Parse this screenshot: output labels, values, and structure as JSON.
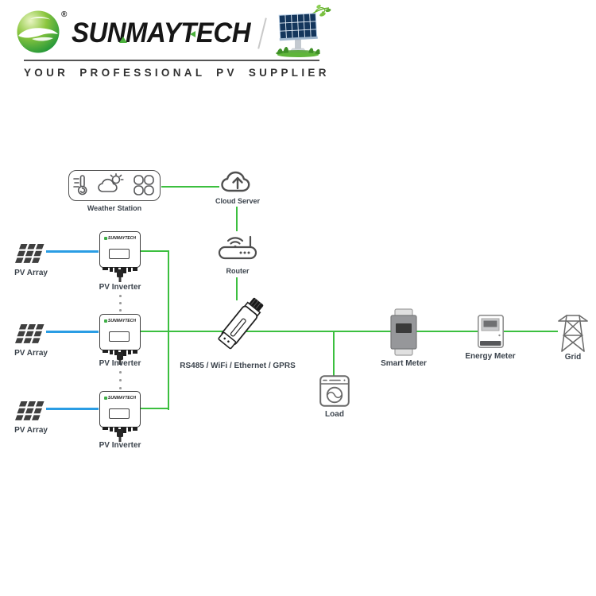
{
  "header": {
    "brand": "SUNMAYTECH",
    "registered": "®",
    "tagline": "YOUR PROFESSIONAL PV SUPPLIER"
  },
  "diagram": {
    "inverter_brand": "SUNMAYTECH",
    "labels": {
      "weather_station": "Weather Station",
      "cloud_server": "Cloud Server",
      "router": "Router",
      "datalogger": "RS485 / WiFi / Ethernet / GPRS",
      "load": "Load",
      "smart_meter": "Smart Meter",
      "energy_meter": "Energy Meter",
      "grid": "Grid"
    },
    "pv_strings": [
      {
        "array_label": "PV Array",
        "inverter_label": "PV Inverter"
      },
      {
        "array_label": "PV Array",
        "inverter_label": "PV Inverter"
      },
      {
        "array_label": "PV Array",
        "inverter_label": "PV Inverter"
      }
    ],
    "icons": {
      "brand_logo": "green-sphere-swoosh",
      "header_clipart": "solar-panel-with-grass-and-vine",
      "weather_station": [
        "thermometer",
        "sun-cloud",
        "wind-clover"
      ],
      "cloud_server": "cloud-upload-arrow",
      "router": "wifi-router",
      "datalogger": "usb-stick-dongle",
      "pv_array": "solar-panel-grid",
      "pv_inverter": "inverter-box",
      "load": "washing-machine",
      "smart_meter": "din-rail-meter",
      "energy_meter": "electric-meter",
      "grid": "transmission-tower"
    }
  },
  "colors": {
    "line_green": "#3cbf3f",
    "line_blue": "#2a9de4",
    "label": "#3b434c",
    "brand_green": "#4cb13d",
    "icon_gray": "#58595b",
    "panel_blue": "#14365c"
  }
}
